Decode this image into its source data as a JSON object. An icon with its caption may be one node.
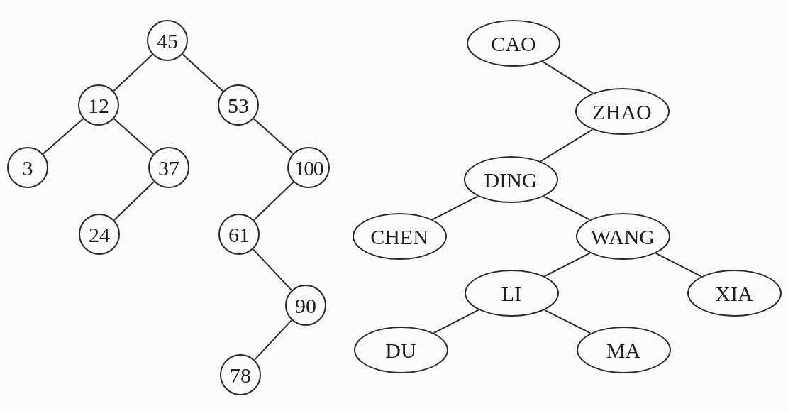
{
  "diagram": {
    "nodes": [
      {
        "text": [
          "45"
        ]
      },
      {
        "text": [
          "12"
        ]
      },
      {
        "text": [
          "53"
        ]
      },
      {
        "text": [
          "3"
        ]
      },
      {
        "text": [
          "37"
        ]
      },
      {
        "text": [
          "100"
        ]
      },
      {
        "text": [
          "24"
        ]
      },
      {
        "text": [
          "61"
        ]
      },
      {
        "text": [
          "90"
        ]
      },
      {
        "text": [
          "78"
        ]
      },
      {
        "text": [
          "CAO"
        ]
      },
      {
        "text": [
          "ZHAO"
        ]
      },
      {
        "text": [
          "DING"
        ]
      },
      {
        "text": [
          "CHEN"
        ]
      },
      {
        "text": [
          "WANG"
        ]
      },
      {
        "text": [
          "LI"
        ]
      },
      {
        "text": [
          "XIA"
        ]
      },
      {
        "text": [
          "DU"
        ]
      },
      {
        "text": [
          "MA"
        ]
      }
    ],
    "edges": [
      {
        "from": 0,
        "to": 1,
        "arrow": "none"
      },
      {
        "from": 0,
        "to": 2,
        "arrow": "none"
      },
      {
        "from": 1,
        "to": 3,
        "arrow": "none"
      },
      {
        "from": 1,
        "to": 4,
        "arrow": "none"
      },
      {
        "from": 4,
        "to": 6,
        "arrow": "none"
      },
      {
        "from": 2,
        "to": 5,
        "arrow": "none"
      },
      {
        "from": 5,
        "to": 7,
        "arrow": "none"
      },
      {
        "from": 7,
        "to": 8,
        "arrow": "none"
      },
      {
        "from": 8,
        "to": 9,
        "arrow": "none"
      },
      {
        "from": 10,
        "to": 11,
        "arrow": "none"
      },
      {
        "from": 11,
        "to": 12,
        "arrow": "none"
      },
      {
        "from": 12,
        "to": 13,
        "arrow": "none"
      },
      {
        "from": 12,
        "to": 14,
        "arrow": "none"
      },
      {
        "from": 14,
        "to": 15,
        "arrow": "none"
      },
      {
        "from": 14,
        "to": 16,
        "arrow": "none"
      },
      {
        "from": 15,
        "to": 17,
        "arrow": "none"
      },
      {
        "from": 15,
        "to": 18,
        "arrow": "none"
      }
    ]
  }
}
